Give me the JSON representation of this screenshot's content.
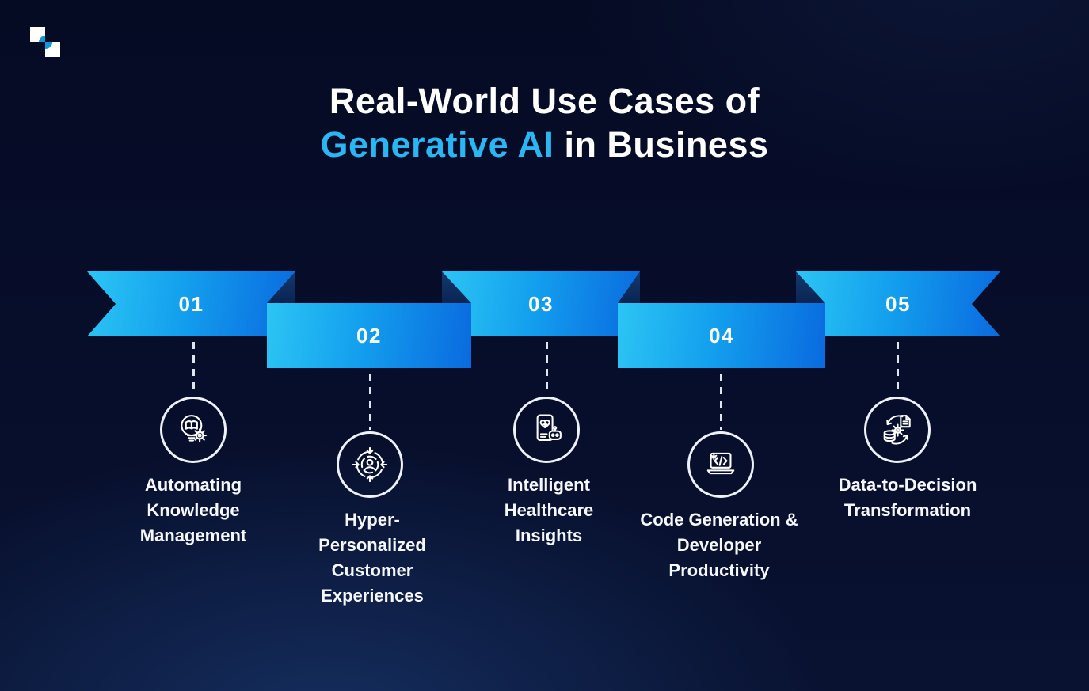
{
  "title": {
    "line1": "Real-World Use Cases of",
    "line2_highlight": "Generative AI",
    "line2_rest": " in Business"
  },
  "logo": {
    "name": "two-squares-quarter-circle-logo"
  },
  "colors": {
    "background_dark": "#070e2b",
    "glow_blue": "#26569f",
    "title_white": "#ffffff",
    "title_highlight_cyan": "#29b6f2",
    "ribbon_cyan": "#2cc5f4",
    "ribbon_blue": "#0a6adf",
    "ribbon_fold_navy": "#0e2d5c",
    "icon_stroke": "#ffffff",
    "logo_blue": "#1196da"
  },
  "items": [
    {
      "number": "01",
      "label": "Automating Knowledge Management",
      "icon": "bulb-book-gear-icon",
      "row": "top"
    },
    {
      "number": "02",
      "label": "Hyper-Personalized Customer Experiences",
      "icon": "customer-target-icon",
      "row": "bottom"
    },
    {
      "number": "03",
      "label": "Intelligent Healthcare Insights",
      "icon": "healthcare-phone-robot-icon",
      "row": "top"
    },
    {
      "number": "04",
      "label": "Code Generation & Developer Productivity",
      "icon": "code-laptop-icon",
      "row": "bottom"
    },
    {
      "number": "05",
      "label": "Data-to-Decision Transformation",
      "icon": "data-cycle-icon",
      "row": "top"
    }
  ]
}
